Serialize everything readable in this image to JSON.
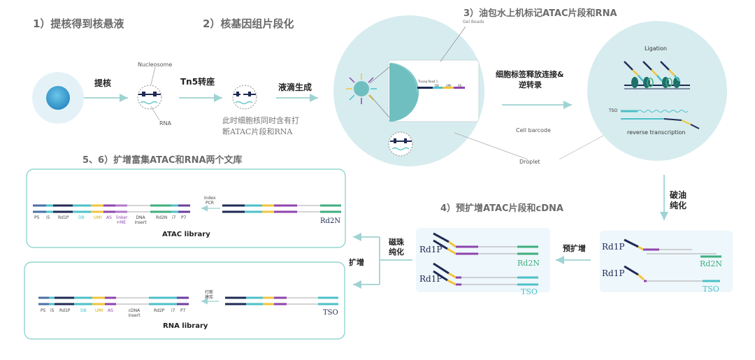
{
  "steps": {
    "s1": "1）提核得到核悬液",
    "s2": "2）核基因组片段化",
    "s3": "3）油包水上机标记ATAC片段和RNA",
    "s4": "4）预扩增ATAC片段和cDNA",
    "s56": "5、6）扩增富集ATAC和RNA两个文库"
  },
  "labels": {
    "extract": "提核",
    "nucleosome": "Nucleosome",
    "rna": "RNA",
    "tn5": "Tn5转座",
    "droplet_gen": "液滴生成",
    "note_line1": "此时细胞核同时含有打",
    "note_line2": "断ATAC片段和RNA",
    "gel_beads": "Gel Beads",
    "truseq": "Truseq Read 1",
    "db": "DB",
    "umi": "UMI",
    "as": "AS",
    "release_line1": "细胞标签释放连接&",
    "release_line2": "逆转录",
    "cell_barcode": "Cell barcode",
    "droplet": "Droplet",
    "ligation": "Ligation",
    "tso": "TSO",
    "reverse_transcription": "reverse transcription",
    "break_oil_1": "破油",
    "break_oil_2": "纯化",
    "pre_amp": "预扩增",
    "rd1p": "Rd1P",
    "rd2n": "Rd2N",
    "magbead_1": "磁珠",
    "magbead_2": "纯化",
    "amplify": "扩增",
    "index_pcr_1": "Index",
    "index_pcr_2": "PCR",
    "fragment_1": "打断",
    "fragment_2": "建库"
  },
  "atac_library": {
    "title": "ATAC library",
    "segments": [
      "P5",
      "i5",
      "Rd1P",
      "DB",
      "UMI",
      "AS",
      "linker +ME",
      "DNA insert",
      "Rd2N",
      "i7",
      "P7"
    ]
  },
  "rna_library": {
    "title": "RNA library",
    "segments": [
      "P5",
      "i5",
      "Rd1P",
      "DB",
      "UMI",
      "AS",
      "cDNA insert",
      "Rd2P",
      "i7",
      "P7"
    ]
  },
  "colors": {
    "navy": "#1f2a55",
    "teal": "#4cc0c8",
    "green": "#3fae7f",
    "yellow": "#f2c43b",
    "purple": "#8e44ad",
    "panel_border": "#7fcfc8",
    "panel_bg": "#eef7fb",
    "circle": "#d7ecef"
  }
}
